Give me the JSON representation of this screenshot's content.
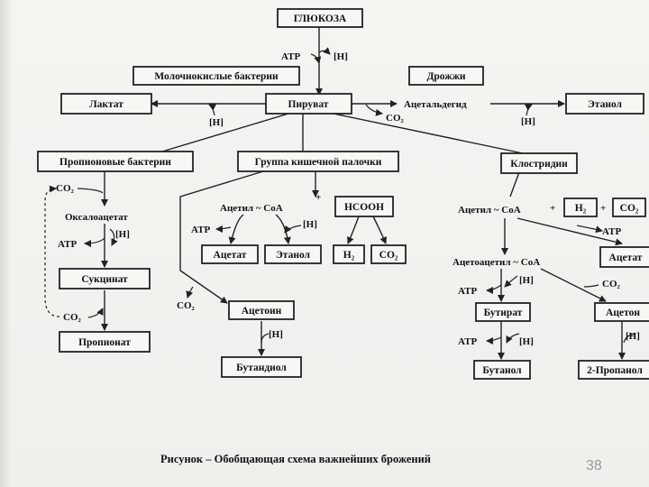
{
  "diagram": {
    "nodes": {
      "glucose": "ГЛЮКОЗА",
      "lactic_bacteria": "Молочнокислые бактерии",
      "yeast": "Дрожжи",
      "lactate": "Лактат",
      "pyruvate": "Пируват",
      "acetaldehyde": "Ацетальдегид",
      "ethanol_top": "Этанол",
      "propionic_bacteria": "Пропионовые бактерии",
      "ecoli_group": "Группа кишечной палочки",
      "clostridia": "Клостридии",
      "oxaloacetate": "Оксалоацетат",
      "succinate": "Сукцинат",
      "propionate": "Пропионат",
      "acetyl_coa_mid": "Ацетил ~ CoA",
      "acetate_mid": "Ацетат",
      "ethanol_mid": "Этанол",
      "hcooh": "НСООН",
      "h2_mid": "H₂",
      "co2_mid": "CO₂",
      "acetoin": "Ацетоин",
      "butanediol": "Бутандиол",
      "acetyl_coa_right": "Ацетил ~ CoA",
      "h2_right": "H₂",
      "co2_right": "CO₂",
      "acetate_right": "Ацетат",
      "acetoacetyl_coa": "Ацетоацетил ~ CoA",
      "butyrate": "Бутират",
      "acetone": "Ацетон",
      "butanol": "Бутанол",
      "propanol": "2-Пропанол"
    },
    "labels": {
      "atp": "ATP",
      "h": "[H]",
      "co2": "CO₂",
      "plus": "+"
    }
  },
  "caption": "Рисунок – Обобщающая схема важнейших брожений",
  "page_number": "38"
}
